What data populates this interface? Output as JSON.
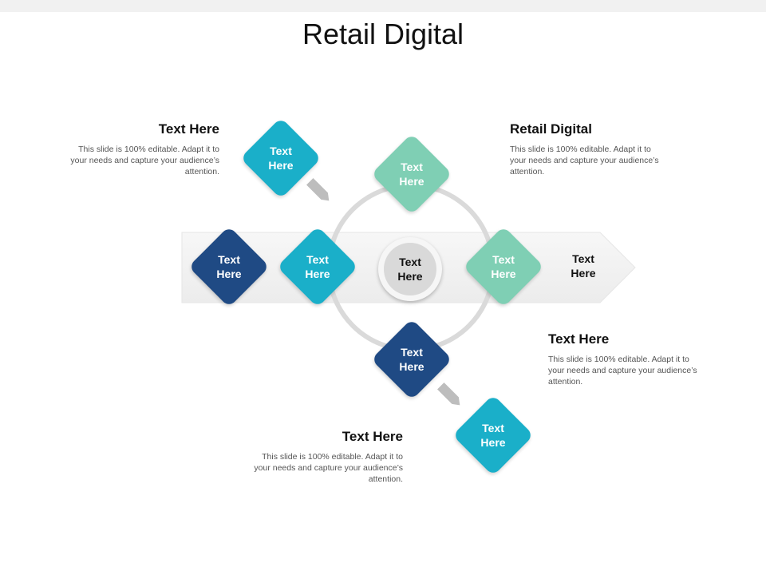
{
  "slide": {
    "title": "Retail Digital"
  },
  "diamonds": {
    "top_left": "Text\nHere",
    "top": "Text\nHere",
    "left_dark": "Text\nHere",
    "left": "Text\nHere",
    "right": "Text\nHere",
    "bottom": "Text\nHere",
    "bottom_right": "Text\nHere"
  },
  "center": {
    "label": "Text\nHere"
  },
  "arrow": {
    "label": "Text\nHere"
  },
  "blocks": [
    {
      "heading": "Text Here",
      "body": "This slide is 100% editable. Adapt it to your needs and capture your audience’s attention."
    },
    {
      "heading": "Retail Digital",
      "body": "This slide is 100% editable. Adapt it to your needs and capture your audience’s attention."
    },
    {
      "heading": "Text Here",
      "body": "This slide is 100% editable. Adapt it to your needs and capture your audience’s attention."
    },
    {
      "heading": "Text Here",
      "body": "This slide is 100% editable. Adapt it to your needs and capture your audience’s attention."
    }
  ],
  "colors": {
    "teal": "#1AAFC9",
    "mint": "#7FCFB4",
    "navy": "#1F4A84",
    "arrow_fill": "#f2f2f2",
    "ring": "#dcdcdc"
  }
}
